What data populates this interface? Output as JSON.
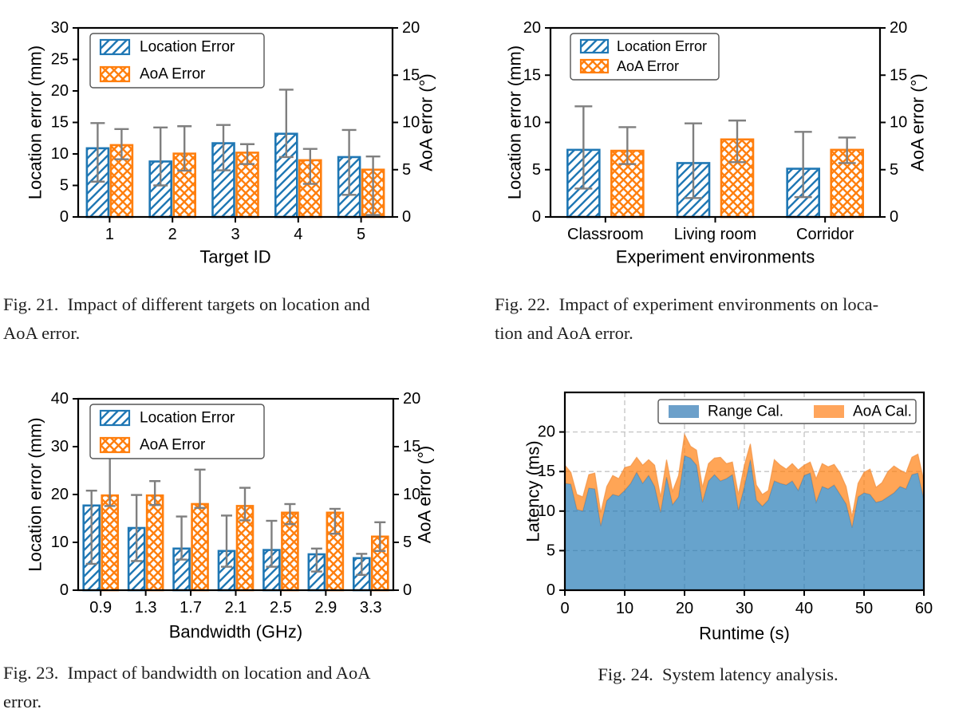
{
  "colors": {
    "location_bar": "#1f77b4",
    "aoa_bar": "#ff7f0e",
    "error_bar": "#7f7f7f",
    "range_area_solid": "#6CA0CA",
    "aoa_area_solid": "#FFA55C",
    "grid": "#c4c4c4",
    "axis": "#000000",
    "legend_border": "#555555",
    "caption_text": "#1f1f1f"
  },
  "figures": [
    {
      "id": "targets",
      "caption": "Fig. 21. Impact of different targets on location and\nAoA error."
    },
    {
      "id": "environments",
      "caption": "Fig. 22. Impact of experiment environments on loca-\ntion and AoA error."
    },
    {
      "id": "bandwidth",
      "caption": "Fig. 23. Impact of bandwidth on location and AoA\nerror."
    },
    {
      "id": "latency",
      "caption": "Fig. 24. System latency analysis."
    }
  ],
  "chart_data": [
    {
      "id": "targets",
      "type": "bar",
      "title": "",
      "xlabel": "Target ID",
      "ylabel_left": "Location error (mm)",
      "ylabel_right": "AoA error (°)",
      "ylim_left": [
        0,
        30
      ],
      "yticks_left": [
        0,
        5,
        10,
        15,
        20,
        25,
        30
      ],
      "ylim_right": [
        0,
        20
      ],
      "yticks_right": [
        0,
        5,
        10,
        15,
        20
      ],
      "categories": [
        "1",
        "2",
        "3",
        "4",
        "5"
      ],
      "legend": [
        "Location Error",
        "AoA Error"
      ],
      "legend_position": "upper-left",
      "series": [
        {
          "name": "Location Error",
          "axis": "left",
          "values": [
            10.9,
            8.8,
            11.7,
            13.2,
            9.5
          ],
          "err_low": [
            5.6,
            5.0,
            7.4,
            9.5,
            3.5
          ],
          "err_high": [
            14.9,
            14.2,
            14.6,
            20.2,
            13.8
          ]
        },
        {
          "name": "AoA Error",
          "axis": "right",
          "values": [
            7.6,
            6.7,
            6.8,
            6.0,
            5.0
          ],
          "err_low": [
            6.1,
            4.9,
            5.6,
            3.5,
            0.2
          ],
          "err_high": [
            9.3,
            9.6,
            7.7,
            7.2,
            6.4
          ]
        }
      ]
    },
    {
      "id": "environments",
      "type": "bar",
      "title": "",
      "xlabel": "Experiment environments",
      "ylabel_left": "Location error (mm)",
      "ylabel_right": "AoA error (°)",
      "ylim_left": [
        0,
        20
      ],
      "yticks_left": [
        0,
        5,
        10,
        15,
        20
      ],
      "ylim_right": [
        0,
        20
      ],
      "yticks_right": [
        0,
        5,
        10,
        15,
        20
      ],
      "categories": [
        "Classroom",
        "Living room",
        "Corridor"
      ],
      "legend": [
        "Location Error",
        "AoA Error"
      ],
      "legend_position": "upper-left",
      "series": [
        {
          "name": "Location Error",
          "axis": "left",
          "values": [
            7.1,
            5.7,
            5.1
          ],
          "err_low": [
            3.0,
            2.0,
            2.1
          ],
          "err_high": [
            11.7,
            9.9,
            9.0
          ]
        },
        {
          "name": "AoA Error",
          "axis": "right",
          "values": [
            7.0,
            8.2,
            7.1
          ],
          "err_low": [
            5.6,
            5.8,
            5.7
          ],
          "err_high": [
            9.5,
            10.2,
            8.4
          ]
        }
      ]
    },
    {
      "id": "bandwidth",
      "type": "bar",
      "title": "",
      "xlabel": "Bandwidth (GHz)",
      "ylabel_left": "Location error (mm)",
      "ylabel_right": "AoA error (°)",
      "ylim_left": [
        0,
        40
      ],
      "yticks_left": [
        0,
        10,
        20,
        30,
        40
      ],
      "ylim_right": [
        0,
        20
      ],
      "yticks_right": [
        0,
        5,
        10,
        15,
        20
      ],
      "categories": [
        "0.9",
        "1.3",
        "1.7",
        "2.1",
        "2.5",
        "2.9",
        "3.3"
      ],
      "legend": [
        "Location Error",
        "AoA Error"
      ],
      "legend_position": "upper-left",
      "series": [
        {
          "name": "Location Error",
          "axis": "left",
          "values": [
            17.7,
            13.0,
            8.7,
            8.2,
            8.4,
            7.5,
            6.7
          ],
          "err_low": [
            5.5,
            6.1,
            6.4,
            4.9,
            4.9,
            3.9,
            3.2
          ],
          "err_high": [
            20.8,
            19.9,
            15.4,
            15.6,
            14.5,
            8.7,
            7.6
          ]
        },
        {
          "name": "AoA Error",
          "axis": "right",
          "values": [
            9.9,
            9.9,
            9.0,
            8.8,
            8.1,
            8.1,
            5.6
          ],
          "err_low": [
            8.8,
            8.9,
            8.6,
            7.3,
            6.9,
            5.9,
            4.1
          ],
          "err_high": [
            15.0,
            11.4,
            12.6,
            10.7,
            9.0,
            8.5,
            7.1
          ]
        }
      ]
    },
    {
      "id": "latency",
      "type": "area",
      "title": "",
      "xlabel": "Runtime (s)",
      "ylabel": "Latency (ms)",
      "xlim": [
        0,
        60
      ],
      "xticks": [
        0,
        10,
        20,
        30,
        40,
        50,
        60
      ],
      "ylim": [
        0,
        25
      ],
      "yticks": [
        0,
        5,
        10,
        15,
        20
      ],
      "grid": "dashed",
      "legend": [
        "Range Cal.",
        "AoA Cal."
      ],
      "legend_position": "upper-right-horizontal",
      "stacked": true,
      "x": [
        0,
        1,
        2,
        3,
        4,
        5,
        6,
        7,
        8,
        9,
        10,
        11,
        12,
        13,
        14,
        15,
        16,
        17,
        18,
        19,
        20,
        21,
        22,
        23,
        24,
        25,
        26,
        27,
        28,
        29,
        30,
        31,
        32,
        33,
        34,
        35,
        36,
        37,
        38,
        39,
        40,
        41,
        42,
        43,
        44,
        45,
        46,
        47,
        48,
        49,
        50,
        51,
        52,
        53,
        54,
        55,
        56,
        57,
        58,
        59,
        60
      ],
      "series": [
        {
          "name": "Range Cal.",
          "values": [
            13.5,
            13.4,
            10.2,
            10.0,
            12.9,
            12.8,
            8.1,
            11.3,
            12.1,
            11.9,
            12.6,
            13.5,
            14.9,
            13.5,
            14.5,
            13.1,
            9.8,
            14.3,
            10.8,
            11.8,
            17.0,
            16.7,
            15.8,
            11.1,
            13.8,
            14.6,
            13.8,
            14.1,
            14.6,
            10.1,
            13.1,
            16.5,
            11.4,
            10.6,
            11.4,
            13.8,
            13.5,
            13.3,
            13.8,
            12.6,
            14.5,
            14.8,
            11.1,
            13.1,
            12.8,
            13.3,
            12.1,
            10.9,
            7.9,
            11.8,
            12.3,
            12.1,
            11.1,
            11.3,
            11.8,
            12.3,
            13.1,
            12.8,
            14.6,
            14.8,
            11.4
          ]
        },
        {
          "name": "AoA Cal.",
          "values": [
            2.3,
            1.5,
            1.9,
            1.8,
            1.7,
            2.0,
            1.7,
            1.8,
            2.4,
            2.2,
            2.9,
            2.2,
            1.9,
            2.3,
            2.0,
            2.7,
            2.0,
            2.2,
            1.7,
            2.7,
            2.7,
            1.5,
            1.9,
            1.9,
            2.2,
            2.1,
            3.0,
            1.9,
            1.6,
            2.0,
            2.7,
            2.0,
            1.9,
            1.5,
            1.2,
            2.7,
            2.3,
            2.0,
            2.2,
            2.6,
            1.3,
            1.4,
            3.0,
            2.9,
            2.8,
            2.6,
            2.7,
            2.2,
            1.4,
            1.7,
            2.6,
            3.2,
            1.9,
            2.3,
            3.2,
            3.4,
            2.1,
            2.0,
            2.2,
            2.4,
            2.4
          ]
        }
      ]
    }
  ]
}
